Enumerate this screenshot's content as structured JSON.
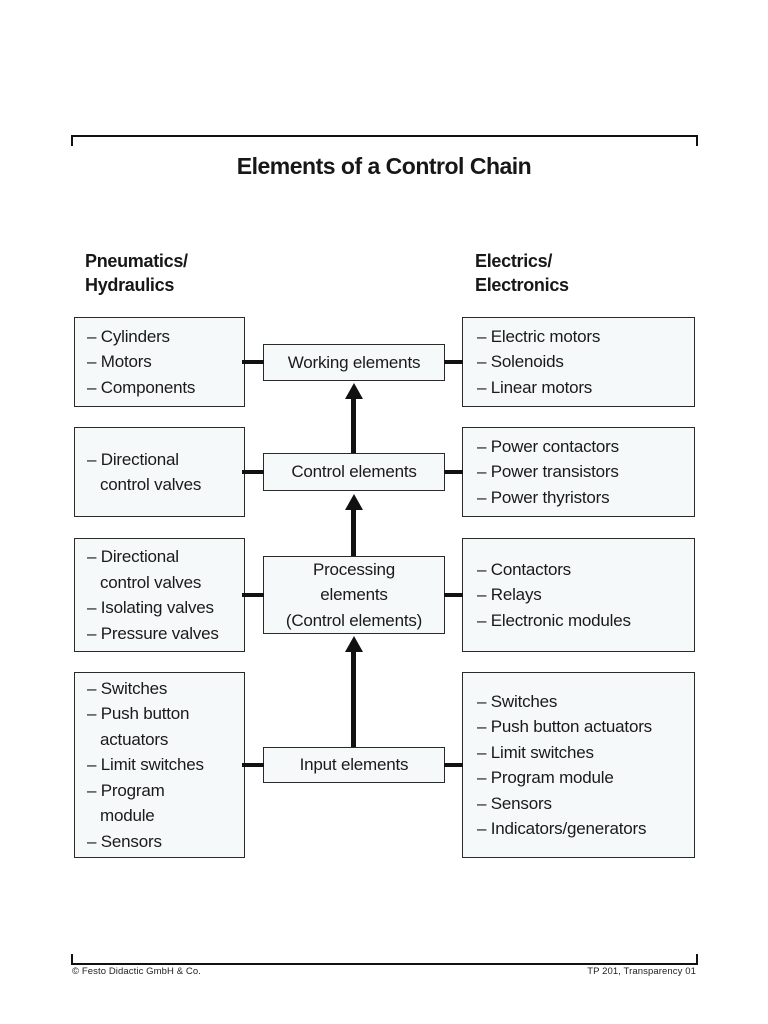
{
  "page": {
    "title": "Elements of a Control Chain",
    "footer": {
      "left": "© Festo Didactic GmbH & Co.",
      "right": "TP 201, Transparency 01"
    }
  },
  "headers": {
    "left": [
      "Pneumatics/",
      "Hydraulics"
    ],
    "right": [
      "Electrics/",
      "Electronics"
    ]
  },
  "chain": [
    {
      "name": "working-elements",
      "center": [
        "Working elements"
      ],
      "left": [
        "– Cylinders",
        "– Motors",
        "– Components"
      ],
      "right": [
        "– Electric motors",
        "– Solenoids",
        "– Linear motors"
      ]
    },
    {
      "name": "control-elements",
      "center": [
        "Control elements"
      ],
      "left": [
        "– Directional",
        "control valves"
      ],
      "right": [
        "– Power contactors",
        "– Power transistors",
        "– Power thyristors"
      ]
    },
    {
      "name": "processing-elements",
      "center": [
        "Processing",
        "elements",
        "(Control elements)"
      ],
      "left": [
        "– Directional",
        "control valves",
        "– Isolating valves",
        "– Pressure valves"
      ],
      "right": [
        "– Contactors",
        "– Relays",
        "– Electronic modules"
      ]
    },
    {
      "name": "input-elements",
      "center": [
        "Input elements"
      ],
      "left": [
        "– Switches",
        "– Push button",
        "actuators",
        "– Limit switches",
        "– Program",
        "module",
        "– Sensors"
      ],
      "right": [
        "– Switches",
        "– Push button actuators",
        "– Limit switches",
        "– Program module",
        "– Sensors",
        "– Indicators/generators"
      ]
    }
  ],
  "colors": {
    "box_fill": "#f5f9fa",
    "box_border": "#2a2a2a",
    "line_black": "#111111"
  }
}
